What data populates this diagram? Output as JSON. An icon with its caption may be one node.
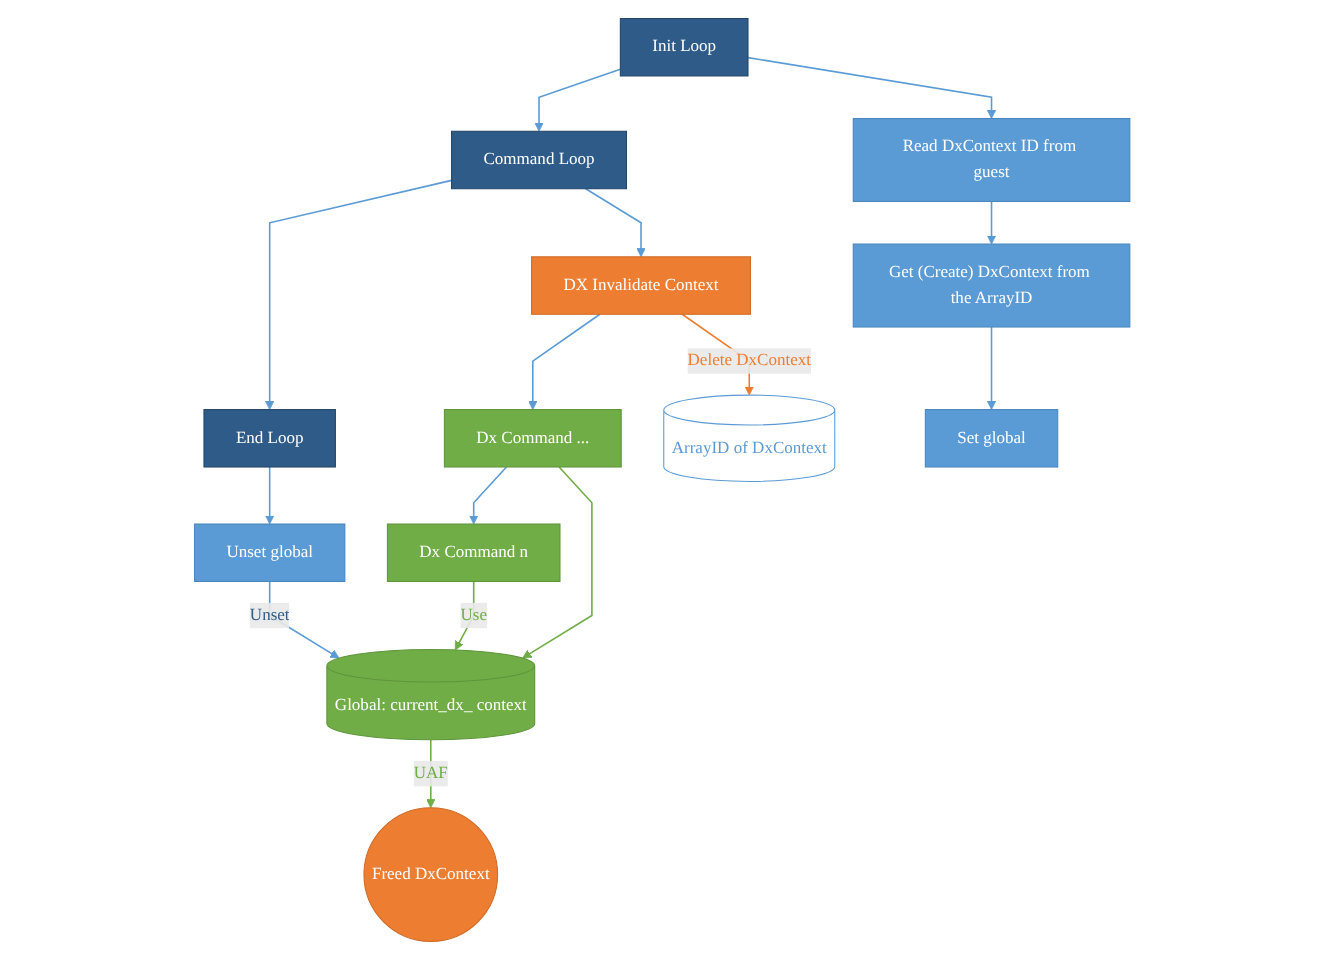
{
  "diagram": {
    "nodes": [
      {
        "text": [
          "Init Loop"
        ]
      },
      {
        "text": [
          "Command Loop"
        ]
      },
      {
        "text": [
          "End Loop"
        ]
      },
      {
        "text": [
          "Read DxContext ID from guest"
        ]
      },
      {
        "text": [
          "Get (Create) DxContext from the ArrayID"
        ]
      },
      {
        "text": [
          "Set global"
        ]
      },
      {
        "text": [
          "DX Invalidate Context"
        ]
      },
      {
        "text": [
          "Dx Command ..."
        ]
      },
      {
        "text": [
          "Dx Command n"
        ]
      },
      {
        "text": [
          "Unset global"
        ]
      },
      {
        "text": [
          "ArrayID of DxContext"
        ]
      },
      {
        "text": [
          "Freed DxContext"
        ]
      },
      {
        "text": [
          "Global: current_dx_ context"
        ]
      }
    ],
    "edges": [
      {
        "from": 0,
        "to": 1,
        "arrow": "to"
      },
      {
        "from": 1,
        "to": 2,
        "arrow": "to"
      },
      {
        "from": 0,
        "to": 3,
        "arrow": "to"
      },
      {
        "from": 3,
        "to": 4,
        "arrow": "to"
      },
      {
        "from": 4,
        "to": 5,
        "arrow": "to"
      },
      {
        "from": 1,
        "to": 6,
        "arrow": "to"
      },
      {
        "from": 6,
        "to": 7,
        "arrow": "to"
      },
      {
        "from": 7,
        "to": 8,
        "arrow": "to"
      },
      {
        "from": 2,
        "to": 9,
        "arrow": "to"
      },
      {
        "from": 6,
        "to": 10,
        "arrow": "to",
        "label": "Delete DxContext",
        "color": "#ed7d31"
      },
      {
        "from": 7,
        "to": 12,
        "arrow": "to",
        "color": "#70ad47"
      },
      {
        "from": 8,
        "to": 12,
        "arrow": "to",
        "label": "Use",
        "color": "#70ad47"
      },
      {
        "from": 9,
        "to": 12,
        "arrow": "to",
        "label": "Unset"
      },
      {
        "from": 12,
        "to": 11,
        "arrow": "to",
        "label": "UAF",
        "color": "#70ad47"
      }
    ]
  }
}
